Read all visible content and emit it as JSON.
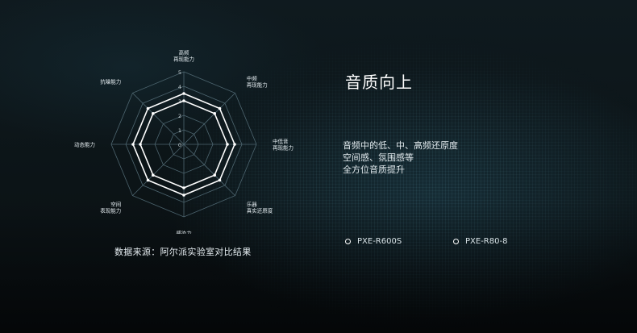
{
  "chart_data": {
    "type": "radar",
    "axes": [
      {
        "lines": [
          "高频",
          "再现能力"
        ]
      },
      {
        "lines": [
          "中频",
          "再现能力"
        ]
      },
      {
        "lines": [
          "中低音",
          "再现能力"
        ]
      },
      {
        "lines": [
          "乐器",
          "真实还原度"
        ]
      },
      {
        "lines": [
          "感染力"
        ]
      },
      {
        "lines": [
          "空间",
          "表现能力"
        ]
      },
      {
        "lines": [
          "动态能力"
        ]
      },
      {
        "lines": [
          "抗噪能力"
        ]
      }
    ],
    "ticks": [
      "0",
      "1",
      "2",
      "3",
      "4",
      "5"
    ],
    "range": [
      0,
      5
    ],
    "series": [
      {
        "name": "PXE-R600S",
        "values": [
          3.5,
          3.5,
          3.5,
          3.5,
          3.5,
          3.5,
          3.5,
          3.5
        ]
      },
      {
        "name": "PXE-R80-8",
        "values": [
          3.0,
          3.0,
          3.0,
          3.0,
          3.0,
          3.0,
          3.0,
          3.0
        ]
      }
    ],
    "source": "数据来源：阿尔派实验室对比结果"
  },
  "title": "音质向上",
  "description": [
    "音频中的低、中、高频还原度",
    "空间感、氛围感等",
    "全方位音质提升"
  ],
  "colors": {
    "grid": "#4e6670",
    "series": "#ffffff",
    "point": "#ffffff"
  }
}
